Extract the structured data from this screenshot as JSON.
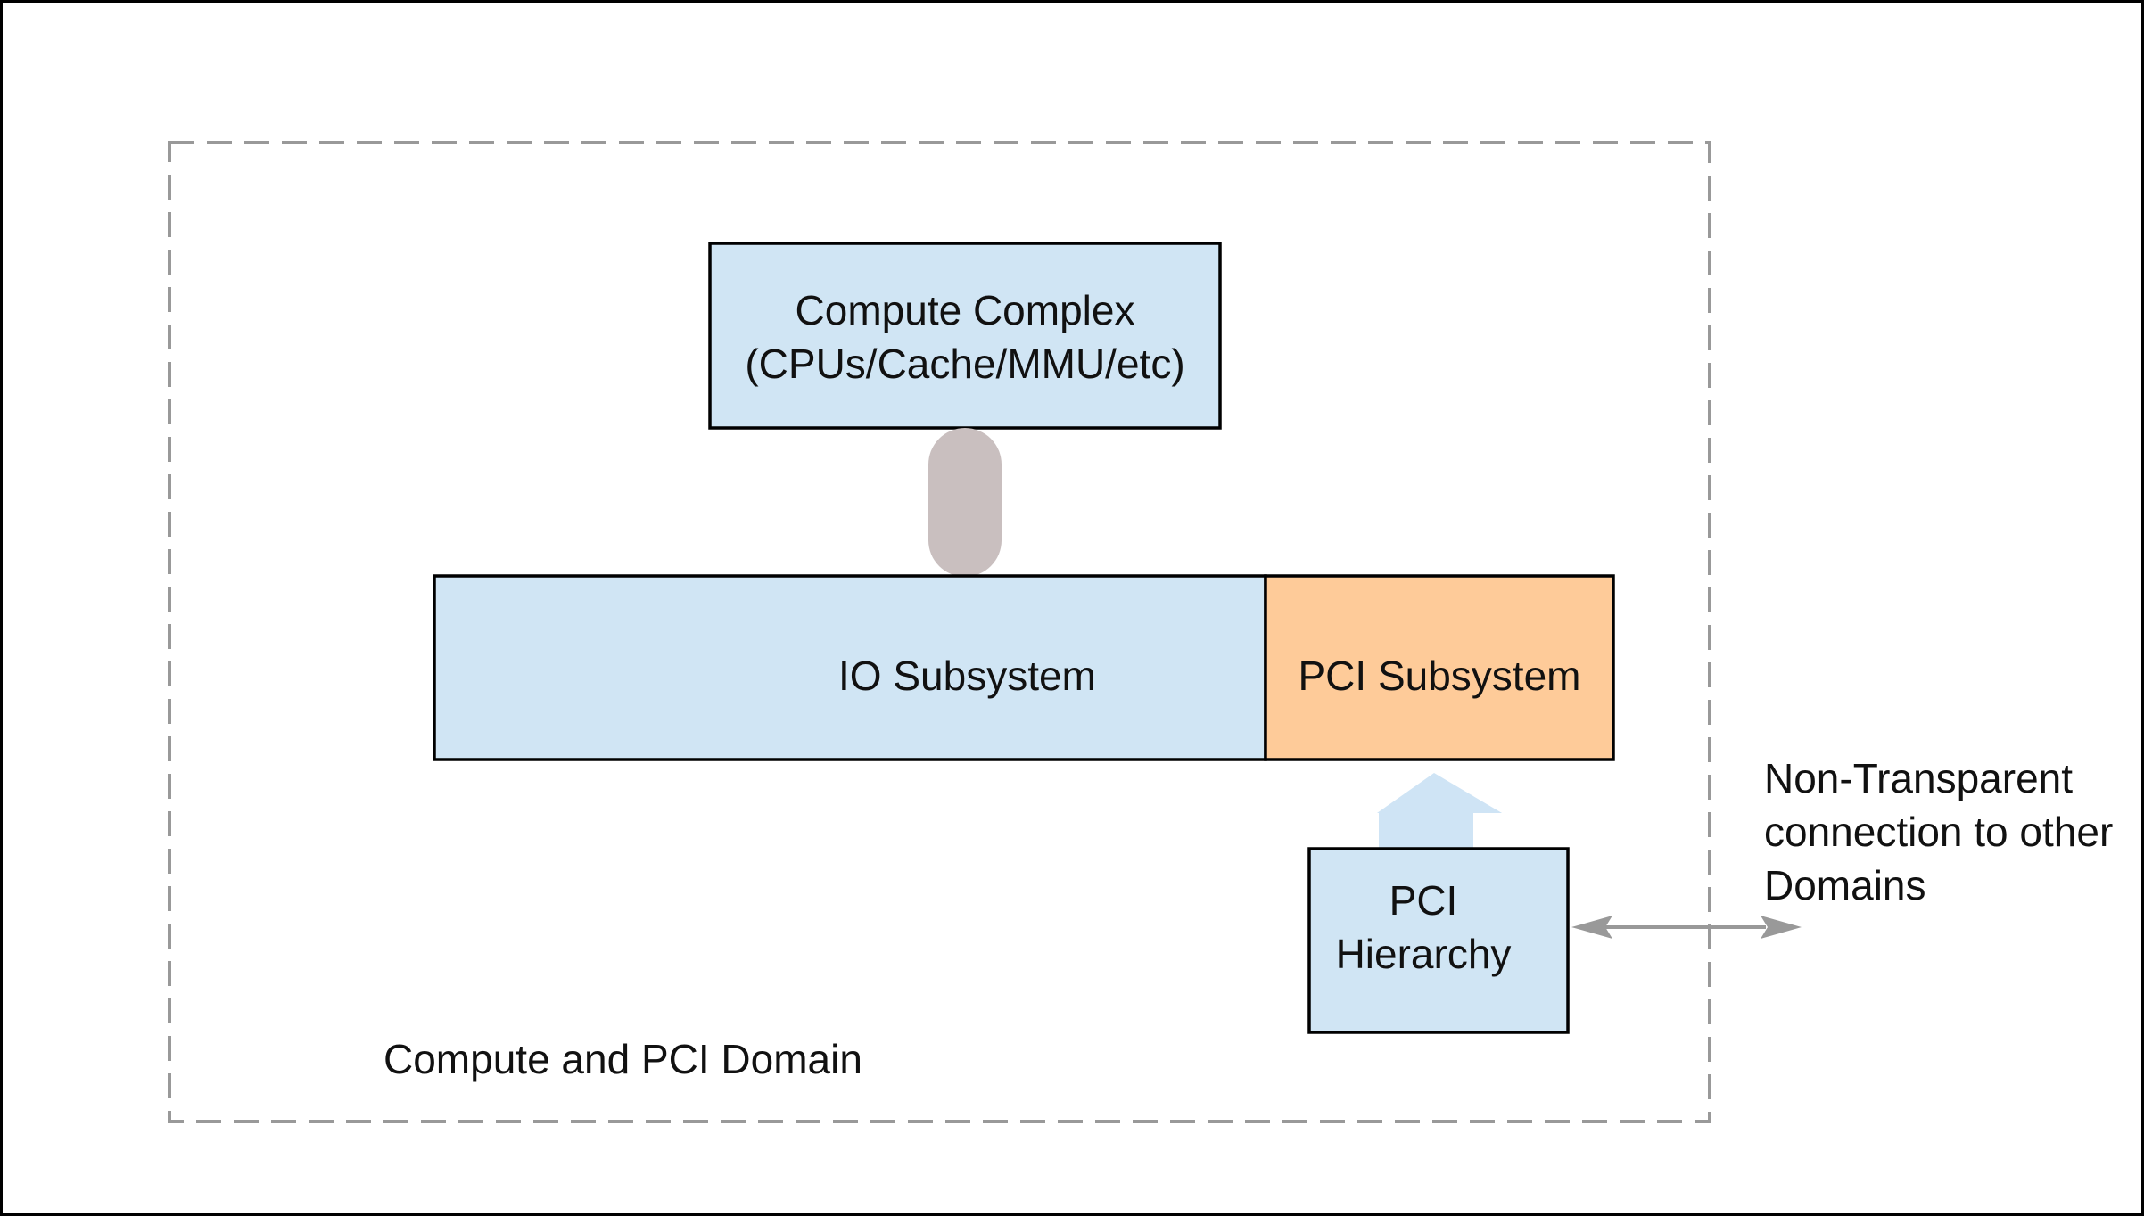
{
  "diagram": {
    "domain_label": "Compute and PCI Domain",
    "compute_complex": {
      "line1": "Compute Complex",
      "line2": "(CPUs/Cache/MMU/etc)"
    },
    "io_subsystem": "IO Subsystem",
    "pci_subsystem": "PCI Subsystem",
    "pci_hierarchy": {
      "line1": "PCI",
      "line2": "Hierarchy"
    },
    "non_transparent": {
      "line1": "Non-Transparent",
      "line2": "connection to other",
      "line3": "Domains"
    },
    "colors": {
      "light_blue": "#d0e5f4",
      "orange": "#fecb99",
      "connector": "#c9bfbf",
      "arrow_blue": "#cfe4f5",
      "gray": "#999999",
      "border": "#000000"
    }
  }
}
